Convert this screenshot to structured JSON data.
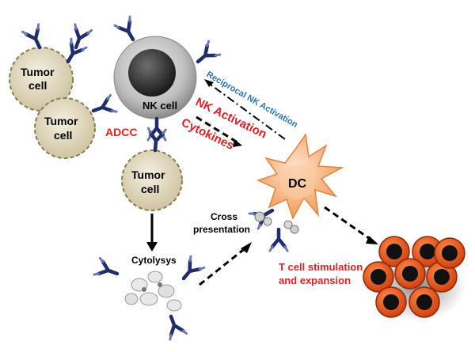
{
  "labels": {
    "tumor_cell": "Tumor\ncell",
    "nk_cell": "NK cell",
    "dc": "DC",
    "adcc": "ADCC",
    "nk_activation": "NK Activation",
    "cytokines": "Cytokines",
    "reciprocal": "Reciprocal NK Activation",
    "cross_presentation": "Cross\npresentation",
    "cytolysis": "Cytolysys",
    "tcell": "T cell stimulation\nand expansion"
  },
  "colors": {
    "antibody": "#1f2d6b",
    "label_red": "#e31e24",
    "label_blue": "#2e74b5",
    "dc_fill": "#f7a86b",
    "tumor_fill": "#e8e0c8",
    "tcell_fill": "#f05a1e"
  }
}
